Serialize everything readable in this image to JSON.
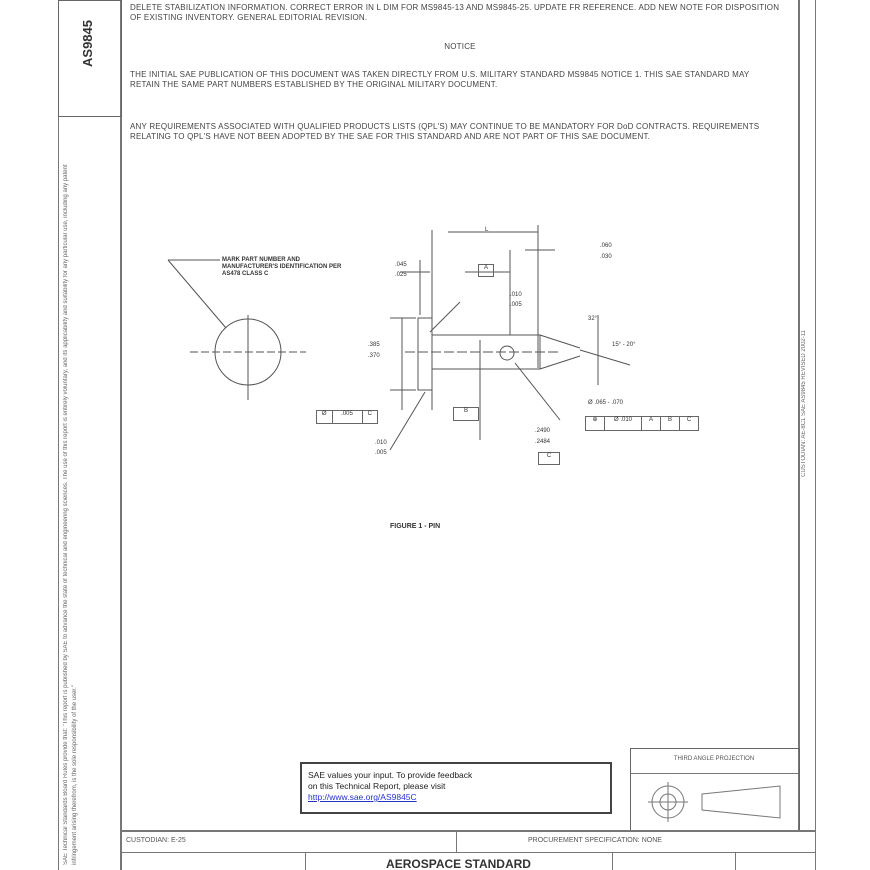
{
  "doc_id": "AS9845",
  "left_margin_text": "SAE Technical Standards Board Rules provide that: \"This report is published by SAE to advance the state of technical and engineering sciences. The use of this report is entirely voluntary, and its applicability and suitability for any particular use, including any patent infringement arising therefrom, is the sole responsibility of the user.\"",
  "right_margin_text": "CUSTODIAN: AE-8C1   SAE AS9845   REVISED 2002-11",
  "revision_note": "DELETE STABILIZATION INFORMATION. CORRECT ERROR IN L DIM FOR MS9845-13 AND MS9845-25. UPDATE FR REFERENCE. ADD NEW NOTE FOR DISPOSITION OF EXISTING INVENTORY. GENERAL EDITORIAL REVISION.",
  "notice_heading": "NOTICE",
  "notice_p1": "THE INITIAL SAE PUBLICATION OF THIS DOCUMENT WAS TAKEN DIRECTLY FROM U.S. MILITARY STANDARD MS9845 NOTICE 1. THIS SAE STANDARD MAY RETAIN THE SAME PART NUMBERS ESTABLISHED BY THE ORIGINAL MILITARY DOCUMENT.",
  "notice_p2": "ANY REQUIREMENTS ASSOCIATED WITH QUALIFIED PRODUCTS LISTS (QPL'S) MAY CONTINUE TO BE MANDATORY FOR DoD CONTRACTS. REQUIREMENTS RELATING TO QPL'S HAVE NOT BEEN ADOPTED BY THE SAE FOR THIS STANDARD AND ARE NOT PART OF THIS SAE DOCUMENT.",
  "figure": {
    "caption": "FIGURE 1 - PIN",
    "mark_note": "MARK PART NUMBER AND MANUFACTURER'S IDENTIFICATION PER AS478 CLASS C",
    "dims": {
      "L": "L",
      "head_thk": [
        ".045",
        ".025"
      ],
      "datum_a": "A",
      "chamfer": [
        ".010",
        ".005"
      ],
      "end_len": [
        ".060",
        ".030"
      ],
      "angle1": "32°",
      "angle2": "15° - 20°",
      "head_dia": [
        ".385",
        ".370"
      ],
      "fcf_left": [
        "Ø",
        ".005",
        "C"
      ],
      "datum_b": "B",
      "radius": [
        ".010",
        ".005"
      ],
      "shank_dia": [
        ".2490",
        ".2484"
      ],
      "datum_c": "C",
      "hole_dia": "Ø .065 - .070",
      "fcf_right": [
        "⊕",
        "Ø .010",
        "A",
        "B",
        "C"
      ]
    }
  },
  "feedback": {
    "line1": "SAE values your input. To provide feedback",
    "line2": "on this Technical Report, please visit",
    "link": "http://www.sae.org/AS9845C"
  },
  "projection_label": "THIRD ANGLE PROJECTION",
  "custodian": "CUSTODIAN: E-25",
  "procurement": "PROCUREMENT SPECIFICATION: NONE",
  "title": "AEROSPACE STANDARD"
}
